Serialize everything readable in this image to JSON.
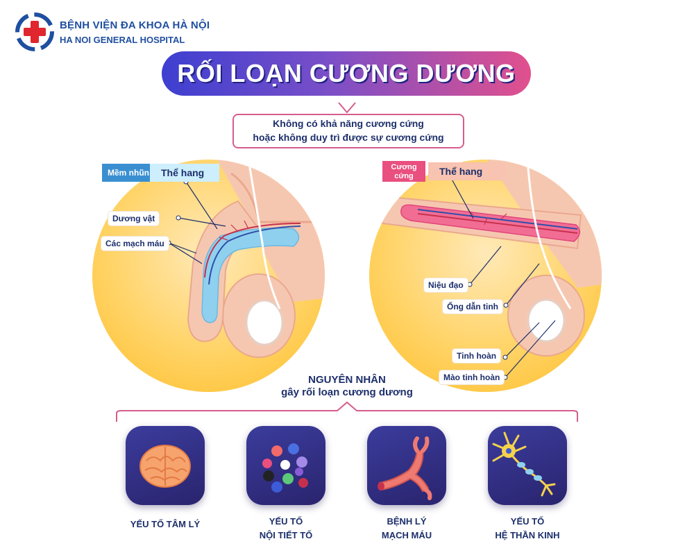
{
  "brand": {
    "name_vn": "BỆNH VIỆN ĐA KHOA HÀ NỘI",
    "name_en": "HA NOI GENERAL HOSPITAL",
    "primary_color": "#1f4fa0",
    "cross_color": "#e0262e"
  },
  "title": "RỐI LOẠN CƯƠNG DƯƠNG",
  "definition": {
    "line1": "Không có khả năng cương cứng",
    "line2": "hoặc không duy trì được sự cương cứng"
  },
  "left_panel": {
    "state_tag": "Mềm nhũn",
    "region_tag": "Thể hang",
    "labels": {
      "penis": "Dương vật",
      "vessels": "Các mạch máu"
    }
  },
  "right_panel": {
    "state_tag": "Cương cứng",
    "region_tag": "Thể hang",
    "labels": {
      "urethra": "Niệu đạo",
      "vas_deferens": "Ống dẫn tinh",
      "testicle": "Tinh hoàn",
      "epididymis": "Mào tinh hoàn"
    }
  },
  "causes": {
    "heading_line1": "NGUYÊN NHÂN",
    "heading_line2": "gây rối loạn cương dương",
    "items": [
      {
        "icon": "brain-icon",
        "line1": "YẾU TỐ TÂM LÝ",
        "line2": ""
      },
      {
        "icon": "hormone-molecules-icon",
        "line1": "YẾU TỐ",
        "line2": "NỘI TIẾT TỐ"
      },
      {
        "icon": "blood-vessel-icon",
        "line1": "BỆNH LÝ",
        "line2": "MẠCH MÁU"
      },
      {
        "icon": "neuron-icon",
        "line1": "YẾU TỐ",
        "line2": "HỆ THẦN KINH"
      }
    ]
  },
  "colors": {
    "title_gradient_start": "#3d3fd0",
    "title_gradient_end": "#e1508d",
    "accent_pink": "#d65c8d",
    "text_navy": "#1d2f6b",
    "tile_bg": "#2f2c84",
    "circle_yellow": "#ffd366"
  }
}
